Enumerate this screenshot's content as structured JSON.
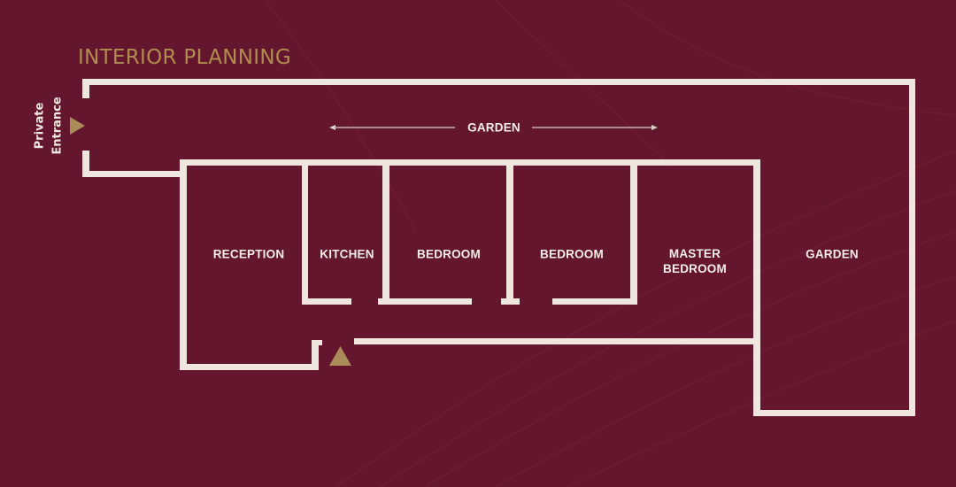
{
  "title": "INTERIOR PLANNING",
  "entrance": {
    "line1": "Private",
    "line2": "Entrance"
  },
  "garden_top": "GARDEN",
  "rooms": {
    "reception": "RECEPTION",
    "kitchen": "KITCHEN",
    "bedroom_1": "BEDROOM",
    "bedroom_2": "BEDROOM",
    "master_line1": "MASTER",
    "master_line2": "BEDROOM",
    "garden_right": "GARDEN"
  },
  "colors": {
    "background": "#63162d",
    "wall": "#efe7df",
    "accent": "#a98c57",
    "title": "#b08d4f"
  }
}
